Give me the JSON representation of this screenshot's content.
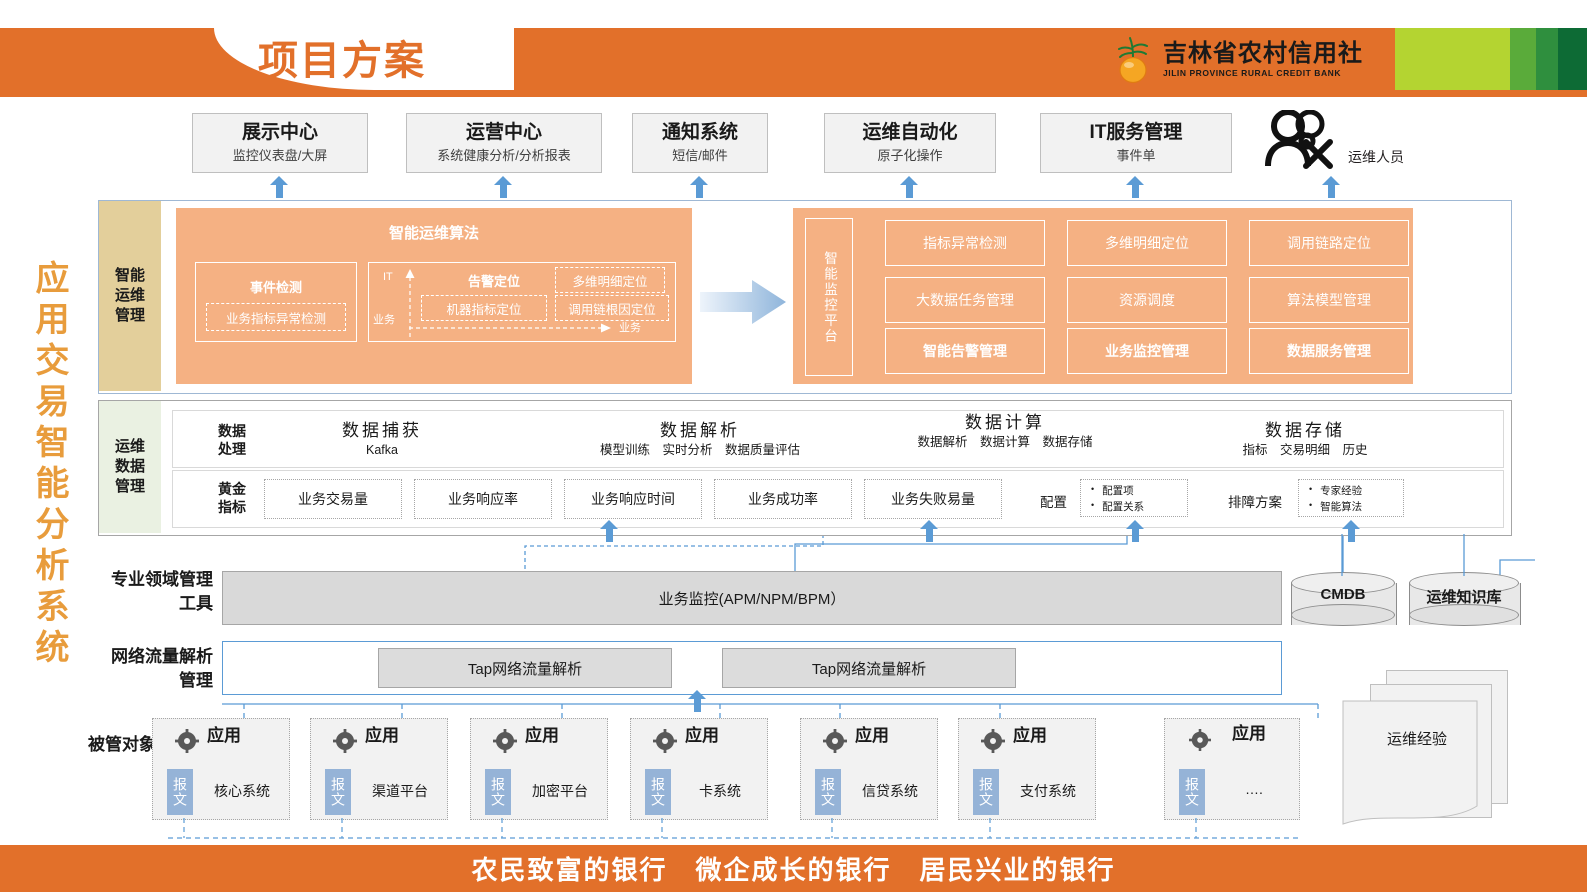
{
  "header": {
    "title": "项目方案",
    "logo_cn": "吉林省农村信用社",
    "logo_en": "JILIN PROVINCE RURAL CREDIT BANK",
    "logo_icon": "orange-fruit-icon"
  },
  "system_title": "应用交易智能分析系统",
  "top_boxes": [
    {
      "title": "展示中心",
      "subtitle": "监控仪表盘/大屏"
    },
    {
      "title": "运营中心",
      "subtitle": "系统健康分析/分析报表"
    },
    {
      "title": "通知系统",
      "subtitle": "短信/邮件"
    },
    {
      "title": "运维自动化",
      "subtitle": "原子化操作"
    },
    {
      "title": "IT服务管理",
      "subtitle": "事件单"
    }
  ],
  "ops_person": {
    "label": "运维人员",
    "icon": "ops-people-tools-icon"
  },
  "layer1": {
    "side_label": "智能运维管理",
    "algo_title": "智能运维算法",
    "left_group": {
      "header": "事件检测",
      "items": [
        "业务指标异常检测"
      ]
    },
    "right_group": {
      "header": "告警定位",
      "axis_top": "IT",
      "axis_bottom": "业务",
      "axis_right": "业务",
      "items": [
        "多维明细定位",
        "机器指标定位",
        "调用链根因定位"
      ]
    },
    "platform_label": "智能监控平台",
    "platform_cells": [
      "指标异常检测",
      "多维明细定位",
      "调用链路定位",
      "大数据任务管理",
      "资源调度",
      "算法模型管理",
      "智能告警管理",
      "业务监控管理",
      "数据服务管理"
    ]
  },
  "layer2": {
    "side_label": "运维数据管理",
    "process_tag": "数据处理",
    "golden_tag": "黄金指标",
    "process_groups": [
      {
        "head": "数据捕获",
        "sub": "Kafka"
      },
      {
        "head": "数据解析",
        "sub": "模型训练　实时分析　数据质量评估"
      },
      {
        "head": "数据计算",
        "sub": "数据解析　数据计算　数据存储"
      },
      {
        "head": "数据存储",
        "sub": "指标　交易明细　历史"
      }
    ],
    "golden_metrics": [
      "业务交易量",
      "业务响应率",
      "业务响应时间",
      "业务成功率",
      "业务失败易量"
    ],
    "config_label": "配置",
    "config_items": [
      "配置项",
      "配置关系"
    ],
    "fault_label": "排障方案",
    "fault_items": [
      "专家经验",
      "智能算法"
    ]
  },
  "mid_labels": {
    "domain_tools": "专业领域管理工具",
    "network_analysis": "网络流量解析管理",
    "managed_objects": "被管对象"
  },
  "biz_monitor": "业务监控(APM/NPM/BPM）",
  "databases": [
    {
      "label": "CMDB"
    },
    {
      "label": "运维知识库"
    }
  ],
  "tap_boxes": [
    "Tap网络流量解析",
    "Tap网络流量解析"
  ],
  "applications": [
    {
      "app": "应用",
      "msg": "报文",
      "name": "核心系统"
    },
    {
      "app": "应用",
      "msg": "报文",
      "name": "渠道平台"
    },
    {
      "app": "应用",
      "msg": "报文",
      "name": "加密平台"
    },
    {
      "app": "应用",
      "msg": "报文",
      "name": "卡系统"
    },
    {
      "app": "应用",
      "msg": "报文",
      "name": "信贷系统"
    },
    {
      "app": "应用",
      "msg": "报文",
      "name": "支付系统"
    },
    {
      "app": "应用",
      "msg": "报文",
      "name": "…."
    }
  ],
  "docs": {
    "label": "运维经验"
  },
  "footer": "农民致富的银行　微企成长的银行　居民兴业的银行",
  "colors": {
    "brand_orange": "#e2702a",
    "panel_peach": "#f5b183",
    "side_tan": "#e3cf9b",
    "side_green": "#eaf1e2",
    "connector_blue": "#5b9bd5",
    "title_orange": "#e89c3c"
  }
}
